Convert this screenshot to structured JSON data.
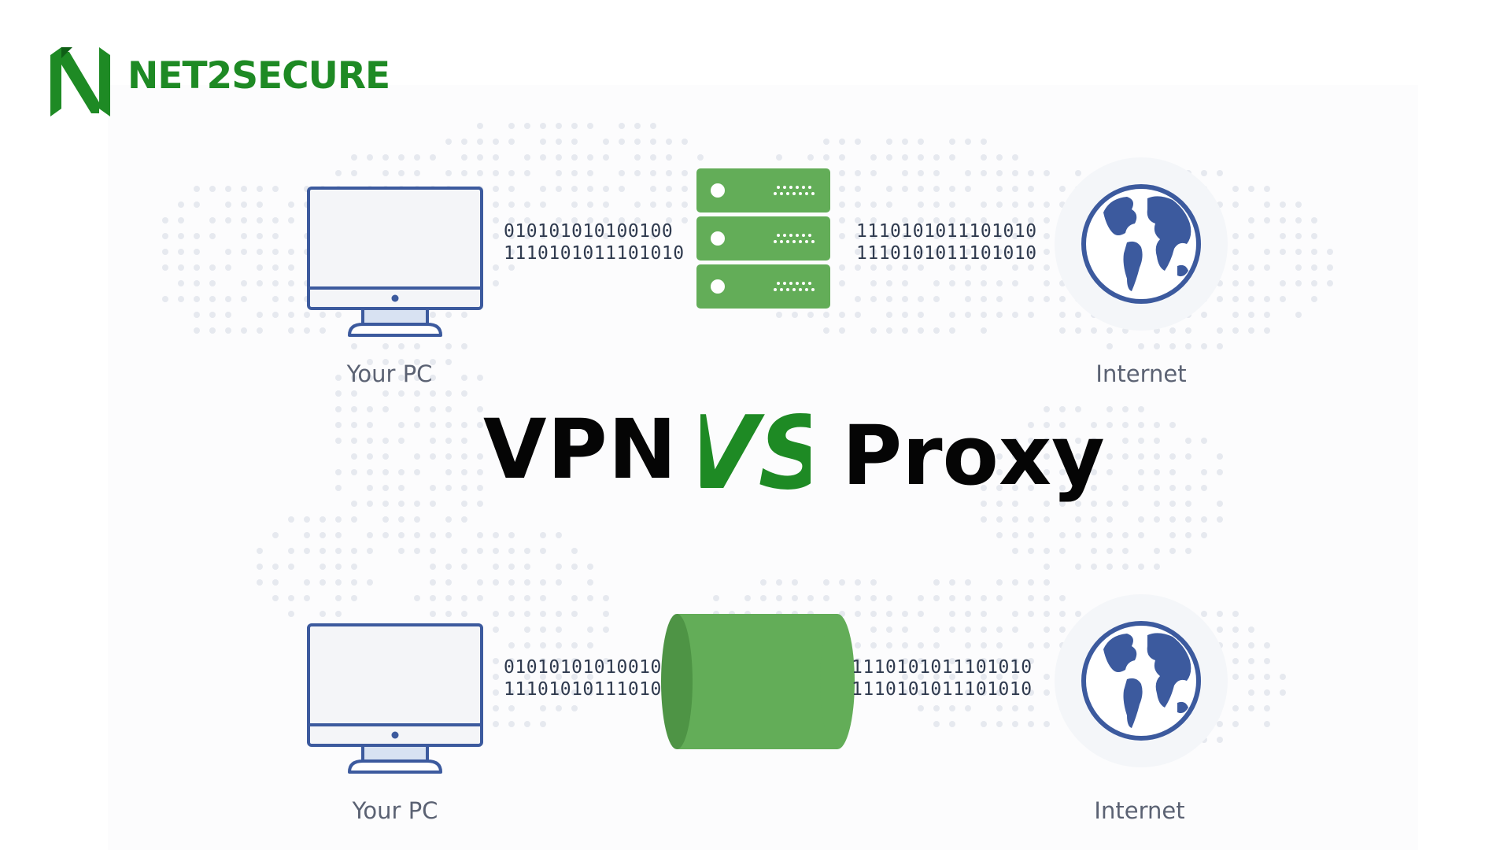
{
  "brand": {
    "name": "NET2SECURE",
    "logo_icon": "n-logo-icon",
    "color": "#1e8a24"
  },
  "title": {
    "left": "VPN",
    "vs_mark": "VS",
    "right": "Proxy"
  },
  "top_diagram": {
    "pc_label": "Your PC",
    "internet_label": "Internet",
    "binary_left": "010101010100100\n1110101011101010",
    "binary_right": "1110101011101010\n1110101011101010",
    "connector_icon": "server-icon"
  },
  "bottom_diagram": {
    "pc_label": "Your PC",
    "internet_label": "Internet",
    "binary_left": "010101010100100\n1110101011101010",
    "binary_right": "1110101011101010\n1110101011101010",
    "connector_icon": "tunnel-icon"
  },
  "colors": {
    "accent_green": "#63ad58",
    "accent_green_dark": "#4e9445",
    "icon_blue": "#3c5a9e",
    "text_gray": "#5b6273",
    "dots": "#e6e9ef"
  }
}
